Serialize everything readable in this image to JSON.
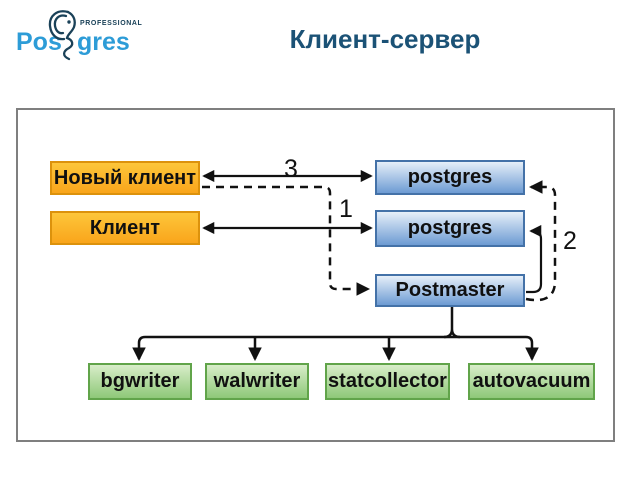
{
  "header": {
    "logo": {
      "text_pre": "Pos",
      "text_post": "gres",
      "professional": "PROFESSIONAL"
    },
    "title": "Клиент-сервер"
  },
  "diagram": {
    "nodes": {
      "new_client": {
        "label": "Новый клиент"
      },
      "client": {
        "label": "Клиент"
      },
      "postgres1": {
        "label": "postgres"
      },
      "postgres2": {
        "label": "postgres"
      },
      "postmaster": {
        "label": "Postmaster"
      },
      "bgwriter": {
        "label": "bgwriter"
      },
      "walwriter": {
        "label": "walwriter"
      },
      "statcollector": {
        "label": "statcollector"
      },
      "autovacuum": {
        "label": "autovacuum"
      }
    },
    "flow_labels": {
      "step1": "1",
      "step2": "2",
      "step3": "3"
    },
    "colors": {
      "client_box_top": "#FDC63A",
      "client_box_bottom": "#F9A51B",
      "client_border": "#DC920C",
      "server_box_top": "#E6EFF9",
      "server_box_bottom": "#6D9BD3",
      "server_border": "#4472A8",
      "worker_box_top": "#D8EDC9",
      "worker_box_bottom": "#8EC878",
      "worker_border": "#61A44A",
      "arrow": "#111111",
      "frame_border": "#7F7F7F",
      "title_color": "#1B5276",
      "logo_blue": "#2D9CD7",
      "logo_dark": "#1A4158"
    }
  }
}
